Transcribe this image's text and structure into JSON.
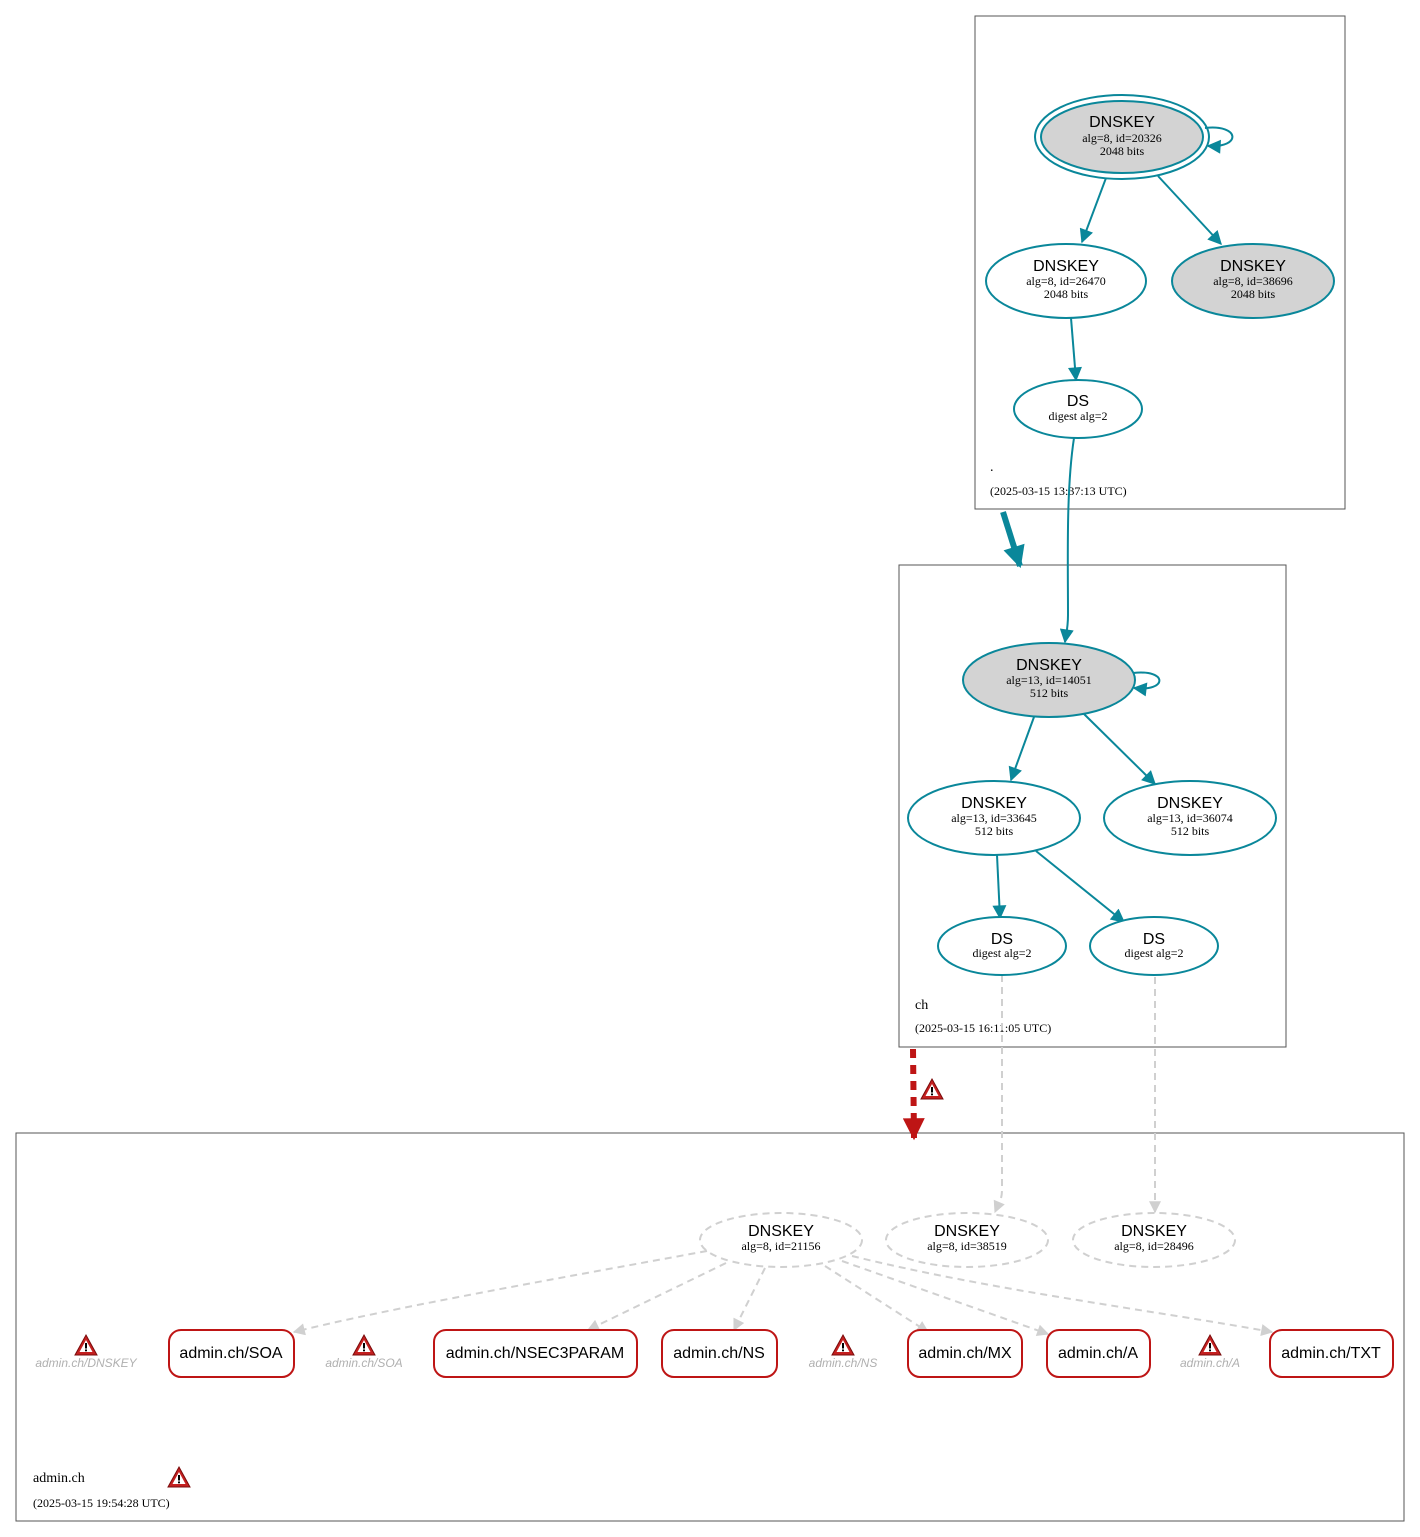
{
  "zones": {
    "root": {
      "name": ".",
      "timestamp": "(2025-03-15 13:37:13 UTC)"
    },
    "ch": {
      "name": "ch",
      "timestamp": "(2025-03-15 16:11:05 UTC)"
    },
    "admin": {
      "name": "admin.ch",
      "timestamp": "(2025-03-15 19:54:28 UTC)"
    }
  },
  "nodes": {
    "root_ksk": {
      "title": "DNSKEY",
      "line1": "alg=8, id=20326",
      "line2": "2048 bits"
    },
    "root_zsk1": {
      "title": "DNSKEY",
      "line1": "alg=8, id=26470",
      "line2": "2048 bits"
    },
    "root_ksk2": {
      "title": "DNSKEY",
      "line1": "alg=8, id=38696",
      "line2": "2048 bits"
    },
    "root_ds": {
      "title": "DS",
      "line1": "digest alg=2"
    },
    "ch_ksk": {
      "title": "DNSKEY",
      "line1": "alg=13, id=14051",
      "line2": "512 bits"
    },
    "ch_zsk1": {
      "title": "DNSKEY",
      "line1": "alg=13, id=33645",
      "line2": "512 bits"
    },
    "ch_zsk2": {
      "title": "DNSKEY",
      "line1": "alg=13, id=36074",
      "line2": "512 bits"
    },
    "ch_ds1": {
      "title": "DS",
      "line1": "digest alg=2"
    },
    "ch_ds2": {
      "title": "DS",
      "line1": "digest alg=2"
    },
    "admin_key1": {
      "title": "DNSKEY",
      "line1": "alg=8, id=21156"
    },
    "admin_key2": {
      "title": "DNSKEY",
      "line1": "alg=8, id=38519"
    },
    "admin_key3": {
      "title": "DNSKEY",
      "line1": "alg=8, id=28496"
    }
  },
  "rrsets": {
    "soa": "admin.ch/SOA",
    "nsec3param": "admin.ch/NSEC3PARAM",
    "ns": "admin.ch/NS",
    "mx": "admin.ch/MX",
    "a": "admin.ch/A",
    "txt": "admin.ch/TXT"
  },
  "missing": {
    "dnskey": "admin.ch/DNSKEY",
    "soa": "admin.ch/SOA",
    "ns": "admin.ch/NS",
    "a": "admin.ch/A"
  },
  "colors": {
    "secure": "#0a879a",
    "bogus": "#be1515",
    "insecure": "#d0d0d0",
    "ksk_fill": "#d3d3d3",
    "zone_border": "#555555"
  },
  "icons": {
    "warning": "warning-icon"
  }
}
